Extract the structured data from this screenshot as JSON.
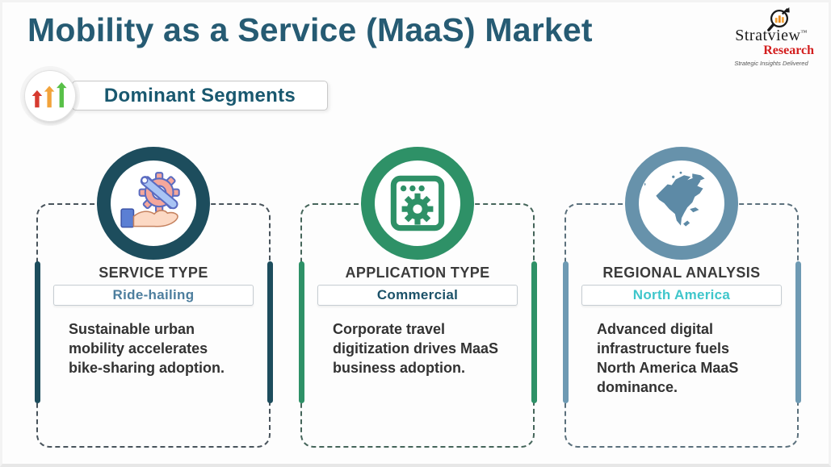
{
  "header": {
    "title": "Mobility as a Service (MaaS) Market",
    "badge_label": "Dominant Segments"
  },
  "logo": {
    "name": "Stratview",
    "tm": "™",
    "sub": "Research",
    "tagline": "Strategic Insights Delivered"
  },
  "colors": {
    "title": "#265b73",
    "card1_accent": "#1d4d5d",
    "card2_accent": "#2e9167",
    "card3_accent": "#6792ab",
    "card1_value": "#4d7e9e",
    "card2_value": "#1b5168",
    "card3_value": "#3fc6cb",
    "badge_arrow_red": "#d63a2f",
    "badge_arrow_orange": "#f2a33b",
    "badge_arrow_green": "#58c048"
  },
  "cards": [
    {
      "icon": "hand-gear-wrench-icon",
      "heading": "SERVICE TYPE",
      "value": "Ride-hailing",
      "description": "Sustainable urban mobility accelerates bike-sharing adoption."
    },
    {
      "icon": "app-window-gear-icon",
      "heading": "APPLICATION TYPE",
      "value": "Commercial",
      "description": "Corporate travel digitization drives MaaS business adoption."
    },
    {
      "icon": "north-america-map-icon",
      "heading": "REGIONAL ANALYSIS",
      "value": "North America",
      "description": "Advanced digital infrastructure fuels North America MaaS dominance."
    }
  ]
}
